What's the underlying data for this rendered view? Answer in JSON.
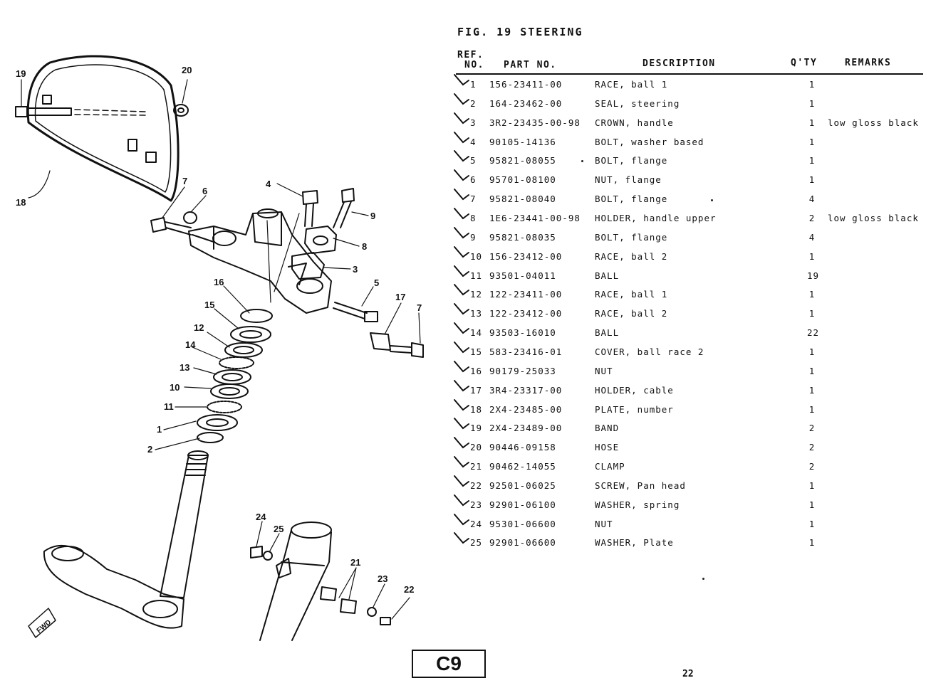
{
  "figure": {
    "title": "FIG. 19  STEERING"
  },
  "headers": {
    "ref_line1": "REF.",
    "ref_line2": "NO.",
    "part_no": "PART NO.",
    "description": "DESCRIPTION",
    "qty": "Q'TY",
    "remarks": "REMARKS"
  },
  "parts": [
    {
      "ref": "1",
      "part_no": "156-23411-00",
      "description": "RACE, ball 1",
      "qty": "1",
      "remarks": ""
    },
    {
      "ref": "2",
      "part_no": "164-23462-00",
      "description": "SEAL, steering",
      "qty": "1",
      "remarks": ""
    },
    {
      "ref": "3",
      "part_no": "3R2-23435-00-98",
      "description": "CROWN, handle",
      "qty": "1",
      "remarks": "low gloss black"
    },
    {
      "ref": "4",
      "part_no": "90105-14136",
      "description": "BOLT, washer based",
      "qty": "1",
      "remarks": ""
    },
    {
      "ref": "5",
      "part_no": "95821-08055",
      "description": "BOLT, flange",
      "qty": "1",
      "remarks": ""
    },
    {
      "ref": "6",
      "part_no": "95701-08100",
      "description": "NUT, flange",
      "qty": "1",
      "remarks": ""
    },
    {
      "ref": "7",
      "part_no": "95821-08040",
      "description": "BOLT, flange",
      "qty": "4",
      "remarks": ""
    },
    {
      "ref": "8",
      "part_no": "1E6-23441-00-98",
      "description": "HOLDER, handle upper",
      "qty": "2",
      "remarks": "low gloss black"
    },
    {
      "ref": "9",
      "part_no": "95821-08035",
      "description": "BOLT, flange",
      "qty": "4",
      "remarks": ""
    },
    {
      "ref": "10",
      "part_no": "156-23412-00",
      "description": "RACE, ball 2",
      "qty": "1",
      "remarks": ""
    },
    {
      "ref": "11",
      "part_no": "93501-04011",
      "description": "BALL",
      "qty": "19",
      "remarks": ""
    },
    {
      "ref": "12",
      "part_no": "122-23411-00",
      "description": "RACE, ball 1",
      "qty": "1",
      "remarks": ""
    },
    {
      "ref": "13",
      "part_no": "122-23412-00",
      "description": "RACE, ball 2",
      "qty": "1",
      "remarks": ""
    },
    {
      "ref": "14",
      "part_no": "93503-16010",
      "description": "BALL",
      "qty": "22",
      "remarks": ""
    },
    {
      "ref": "15",
      "part_no": "583-23416-01",
      "description": "COVER, ball race 2",
      "qty": "1",
      "remarks": ""
    },
    {
      "ref": "16",
      "part_no": "90179-25033",
      "description": "NUT",
      "qty": "1",
      "remarks": ""
    },
    {
      "ref": "17",
      "part_no": "3R4-23317-00",
      "description": "HOLDER, cable",
      "qty": "1",
      "remarks": ""
    },
    {
      "ref": "18",
      "part_no": "2X4-23485-00",
      "description": "PLATE, number",
      "qty": "1",
      "remarks": ""
    },
    {
      "ref": "19",
      "part_no": "2X4-23489-00",
      "description": "BAND",
      "qty": "2",
      "remarks": ""
    },
    {
      "ref": "20",
      "part_no": "90446-09158",
      "description": "HOSE",
      "qty": "2",
      "remarks": ""
    },
    {
      "ref": "21",
      "part_no": "90462-14055",
      "description": "CLAMP",
      "qty": "2",
      "remarks": ""
    },
    {
      "ref": "22",
      "part_no": "92501-06025",
      "description": "SCREW, Pan head",
      "qty": "1",
      "remarks": ""
    },
    {
      "ref": "23",
      "part_no": "92901-06100",
      "description": "WASHER, spring",
      "qty": "1",
      "remarks": ""
    },
    {
      "ref": "24",
      "part_no": "95301-06600",
      "description": "NUT",
      "qty": "1",
      "remarks": ""
    },
    {
      "ref": "25",
      "part_no": "92901-06600",
      "description": "WASHER, Plate",
      "qty": "1",
      "remarks": ""
    }
  ],
  "diagram": {
    "callouts": [
      "19",
      "20",
      "18",
      "7",
      "6",
      "4",
      "9",
      "8",
      "3",
      "5",
      "16",
      "17",
      "7",
      "15",
      "12",
      "14",
      "13",
      "10",
      "11",
      "1",
      "2",
      "24",
      "25",
      "21",
      "23",
      "22"
    ],
    "fwd_label": "FWD"
  },
  "footer": {
    "section": "C9",
    "page": "22"
  }
}
